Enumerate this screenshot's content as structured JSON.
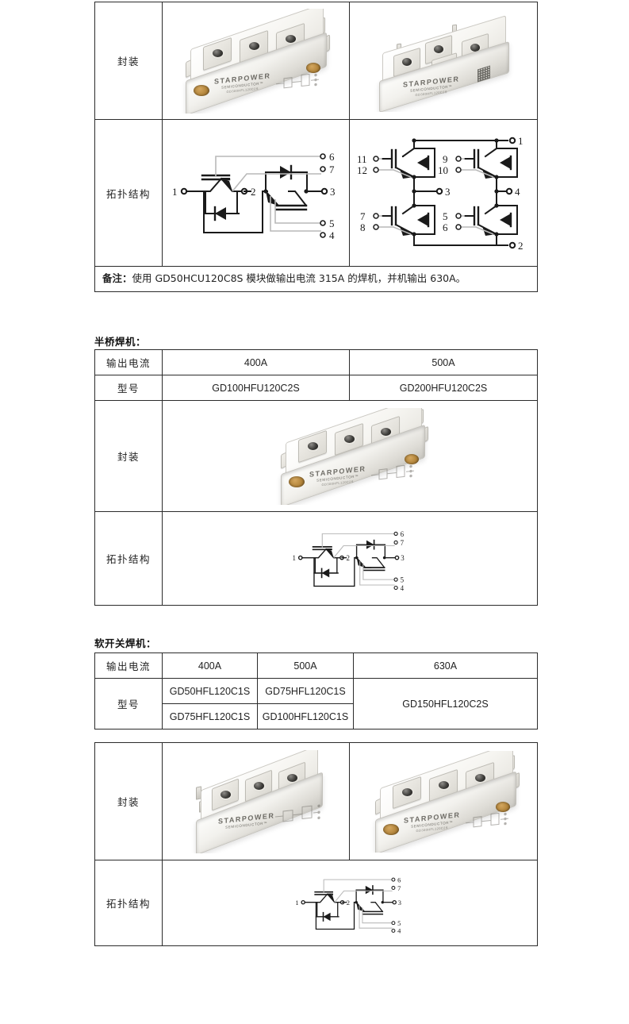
{
  "document": {
    "language": "zh-CN",
    "subject": "STARPOWER IGBT module selection guide for welding machines"
  },
  "sections": [
    {
      "id": "section-1",
      "title": "",
      "row_labels": {
        "package": "封装",
        "topology": "拓扑结构"
      },
      "package_images": [
        {
          "name": "igbt-module-photo-62mm-3pad",
          "alt": "STARPOWER 62mm IGBT module, three pads"
        },
        {
          "name": "igbt-module-photo-4pack",
          "alt": "STARPOWER 4-pack IGBT module with pin terminals"
        }
      ],
      "topology_diagrams": [
        {
          "name": "half-bridge-chopper-schematic",
          "terminals": [
            "1",
            "2",
            "3",
            "4",
            "5",
            "6",
            "7"
          ]
        },
        {
          "name": "h-bridge-4pack-schematic",
          "terminals": [
            "1",
            "2",
            "3",
            "4",
            "5",
            "6",
            "7",
            "8",
            "9",
            "10",
            "11",
            "12"
          ]
        }
      ],
      "remark": {
        "label": "备注：",
        "text": "使用 GD50HCU120C8S 模块做输出电流 315A 的焊机，并机输出 630A。"
      }
    },
    {
      "id": "section-2",
      "title": "半桥焊机：",
      "header_label": "输出电流",
      "model_label": "型号",
      "row_labels": {
        "package": "封装",
        "topology": "拓扑结构"
      },
      "columns": [
        {
          "current": "400A",
          "models": [
            "GD100HFU120C2S"
          ]
        },
        {
          "current": "500A",
          "models": [
            "GD200HFU120C2S"
          ]
        }
      ],
      "package_images": [
        {
          "name": "igbt-module-photo-62mm-3pad",
          "alt": "STARPOWER 62mm IGBT half-bridge module"
        }
      ],
      "topology_diagrams": [
        {
          "name": "half-bridge-chopper-schematic",
          "terminals": [
            "1",
            "2",
            "3",
            "4",
            "5",
            "6",
            "7"
          ]
        }
      ]
    },
    {
      "id": "section-3",
      "title": "软开关焊机：",
      "header_label": "输出电流",
      "model_label": "型号",
      "row_labels": {
        "package": "封装",
        "topology": "拓扑结构"
      },
      "columns": [
        {
          "current": "400A",
          "models": [
            "GD50HFL120C1S",
            "GD75HFL120C1S"
          ]
        },
        {
          "current": "500A",
          "models": [
            "GD75HFL120C1S",
            "GD100HFL120C1S"
          ]
        },
        {
          "current": "630A",
          "models": [
            "GD150HFL120C2S"
          ]
        }
      ],
      "package_images": [
        {
          "name": "igbt-module-photo-slim-3pad",
          "alt": "STARPOWER slim IGBT module, three pads"
        },
        {
          "name": "igbt-module-photo-62mm-3pad",
          "alt": "STARPOWER 62mm IGBT module, three pads"
        }
      ],
      "topology_diagrams": [
        {
          "name": "half-bridge-chopper-schematic",
          "terminals": [
            "1",
            "2",
            "3",
            "4",
            "5",
            "6",
            "7"
          ]
        }
      ]
    }
  ],
  "module_label": {
    "brand": "STARPOWER",
    "sub": "SEMICONDUCTOR™",
    "code": "GD300HFL120C2S"
  },
  "colors": {
    "border": "#2b2b2b",
    "text": "#222222",
    "schematic_line": "#1a1a1a",
    "schematic_gate_line": "#b9b9b9"
  }
}
